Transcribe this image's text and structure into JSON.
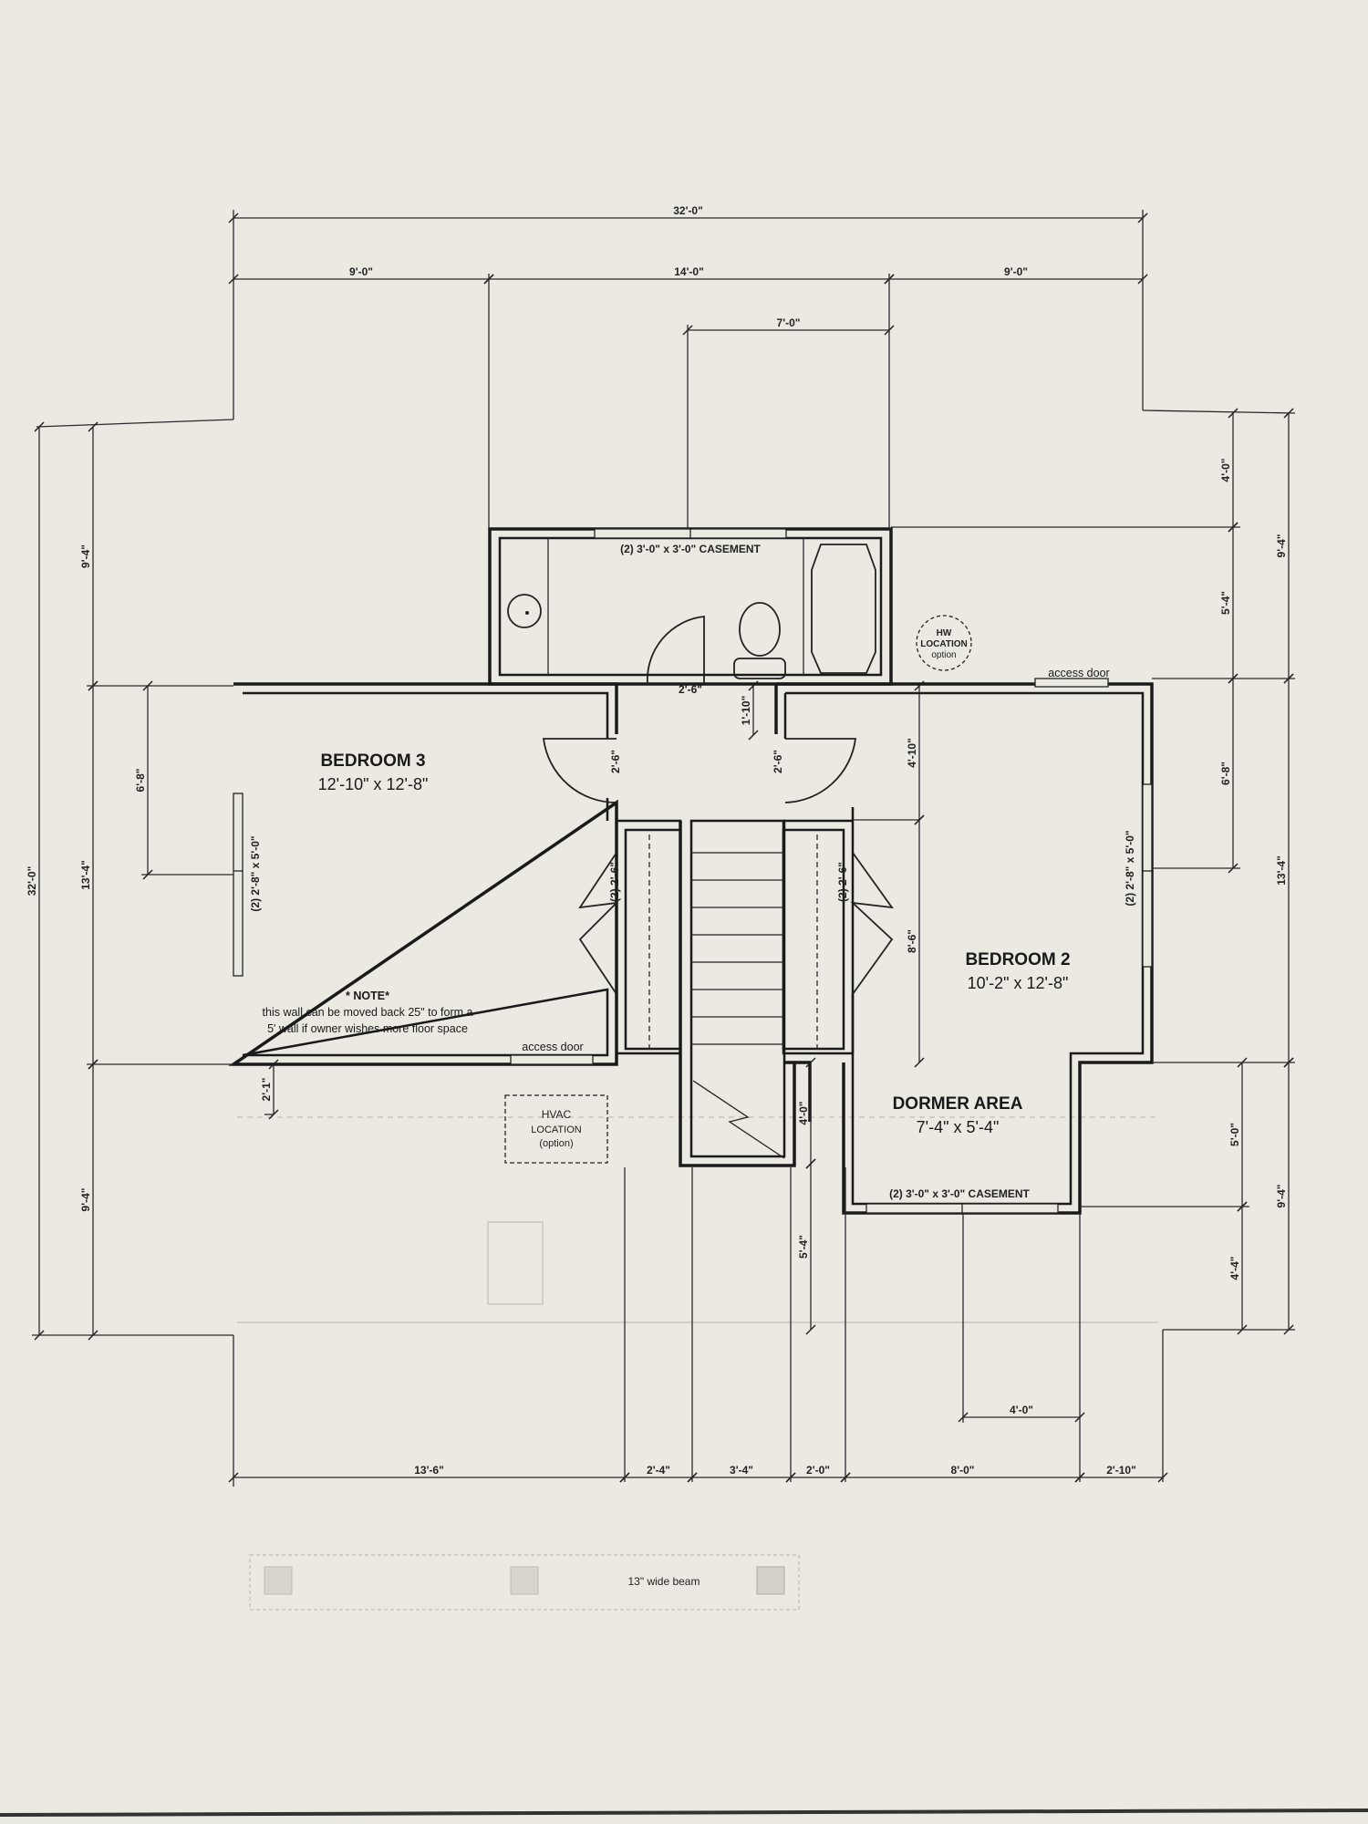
{
  "rooms": {
    "bedroom3": {
      "name": "BEDROOM 3",
      "size": "12'-10\" x 12'-8\""
    },
    "bedroom2": {
      "name": "BEDROOM 2",
      "size": "10'-2\" x 12'-8\""
    },
    "dormer": {
      "name": "DORMER AREA",
      "size": "7'-4\" x 5'-4\""
    }
  },
  "labels": {
    "bath_window": "(2) 3'-0\" x 3'-0\" CASEMENT",
    "dormer_window": "(2) 3'-0\" x 3'-0\" CASEMENT",
    "bed3_window": "(2) 2'-8\" x 5'-0\"",
    "bed2_window": "(2) 2'-8\" x 5'-0\"",
    "closet_left": "(2) 2'-6\"",
    "closet_right": "(2) 2'-6\"",
    "bath_door": "2'-6\"",
    "bed3_door": "2'-6\"",
    "bed2_door": "2'-6\"",
    "access_door_left": "access door",
    "access_door_right": "access door",
    "hw": [
      "HW",
      "LOCATION",
      "option"
    ],
    "hvac": [
      "HVAC",
      "LOCATION",
      "(option)"
    ],
    "note_title": "* NOTE*",
    "note_line1": "this wall can be moved back 25\" to form a",
    "note_line2": "5' wall if owner wishes more floor space",
    "beam": "13\" wide beam"
  },
  "dimensions": {
    "top_overall": "32'-0\"",
    "top_left": "9'-0\"",
    "top_center": "14'-0\"",
    "top_right": "9'-0\"",
    "top_bath": "7'-0\"",
    "left_overall": "32'-0\"",
    "left_top": "9'-4\"",
    "left_mid": "13'-4\"",
    "left_bottom": "9'-4\"",
    "left_window": "6'-8\"",
    "left_small": "2'-1\"",
    "right_a": "4'-0\"",
    "right_b": "5'-4\"",
    "right_c": "6'-8\"",
    "right_d": "5'-0\"",
    "right_e": "4'-4\"",
    "right_outer_top": "9'-4\"",
    "right_outer_mid": "13'-4\"",
    "right_outer_bottom": "9'-4\"",
    "interior_1_10": "1'-10\"",
    "interior_4_10": "4'-10\"",
    "interior_8_6": "8'-6\"",
    "interior_4_0": "4'-0\"",
    "interior_5_4": "5'-4\"",
    "bottom_window": "4'-0\"",
    "bottom": [
      "13'-6\"",
      "2'-4\"",
      "3'-4\"",
      "2'-0\"",
      "8'-0\"",
      "2'-10\""
    ]
  }
}
